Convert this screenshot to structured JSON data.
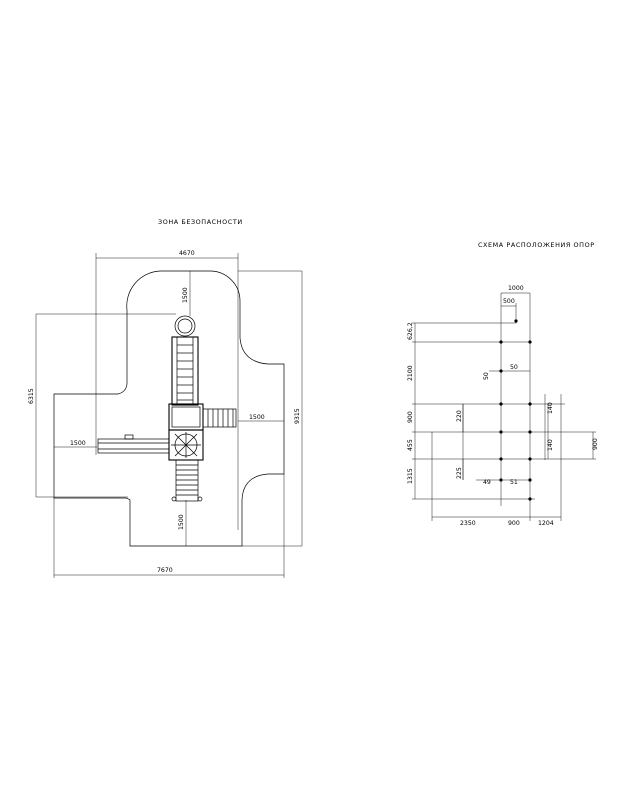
{
  "titles": {
    "safety_zone": "ЗОНА БЕЗОПАСНОСТИ",
    "supports_layout": "СХЕМА РАСПОЛОЖЕНИЯ ОПОР"
  },
  "safety_zone_dims": {
    "top_width": "4670",
    "top_clearance": "1500",
    "right_clearance": "1500",
    "left_clearance": "1500",
    "bottom_clearance": "1500",
    "left_height": "6315",
    "right_height": "9315",
    "bottom_width": "7670"
  },
  "supports_dims": {
    "top_1000": "1000",
    "top_500": "500",
    "left_626": "626,2",
    "left_2100": "2100",
    "inner_50_a": "50",
    "inner_50_b": "50",
    "left_900": "900",
    "inner_220": "220",
    "right_140_a": "140",
    "left_455": "455",
    "right_140_b": "140",
    "right_900": "900",
    "left_1315": "1315",
    "inner_225": "225",
    "inner_49": "49",
    "inner_51": "51",
    "bottom_2350": "2350",
    "bottom_900": "900",
    "bottom_1204": "1204"
  }
}
